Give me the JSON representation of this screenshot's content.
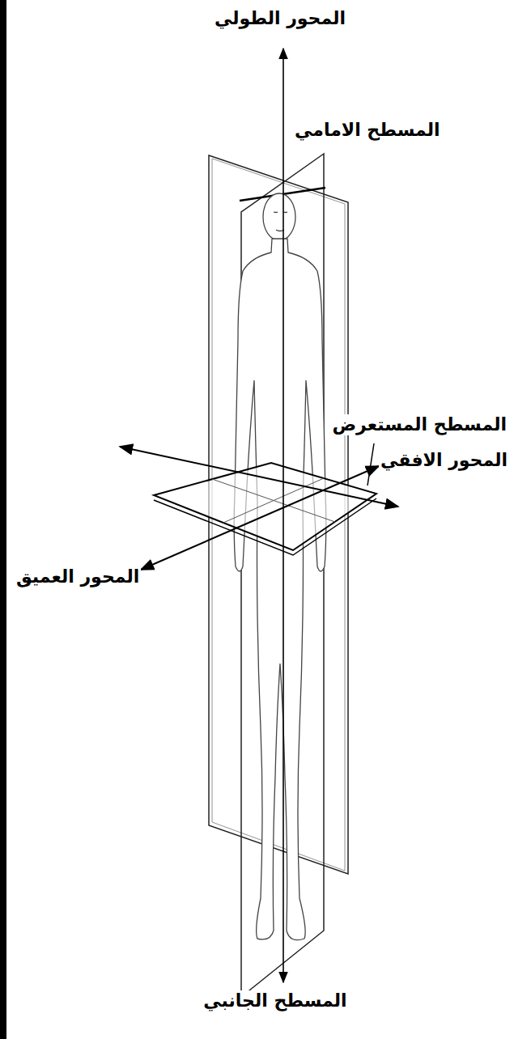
{
  "diagram": {
    "labels": [
      "المحور الطولي",
      "المسطح الامامي",
      "المسطح المستعرض",
      "المحور الافقي",
      "المحور العميق",
      "المسطح الجانبي"
    ]
  }
}
